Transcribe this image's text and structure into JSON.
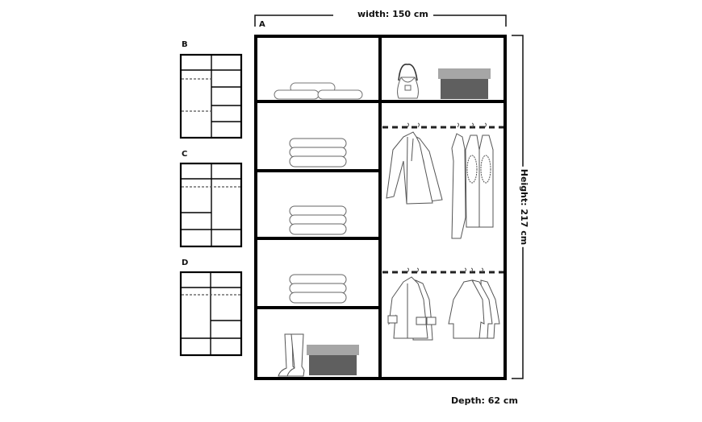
{
  "dimensions": {
    "width_label": "width: 150 cm",
    "height_label": "Height: 217 cm",
    "depth_label": "Depth: 62 cm"
  },
  "main_layout": {
    "label": "A",
    "left_column": [
      {
        "compartment": 1,
        "contents": "rolled towels / blankets"
      },
      {
        "compartment": 2,
        "contents": "folded clothes stack"
      },
      {
        "compartment": 3,
        "contents": "folded clothes stack"
      },
      {
        "compartment": 4,
        "contents": "folded clothes stack"
      },
      {
        "compartment": 5,
        "contents": "boots and storage box"
      }
    ],
    "right_column": [
      {
        "compartment": 1,
        "contents": "handbag and storage box"
      },
      {
        "compartment": 2,
        "contents": "hanging rail with jackets and cardigans"
      },
      {
        "compartment": 3,
        "contents": "hanging rail with coats"
      }
    ]
  },
  "alternative_layouts": [
    {
      "label": "B"
    },
    {
      "label": "C"
    },
    {
      "label": "D"
    }
  ],
  "colors": {
    "frame": "#000000",
    "line_art": "#555555",
    "box_lid": "#a6a6a6",
    "box_body": "#5f5f5f",
    "background": "#ffffff"
  }
}
